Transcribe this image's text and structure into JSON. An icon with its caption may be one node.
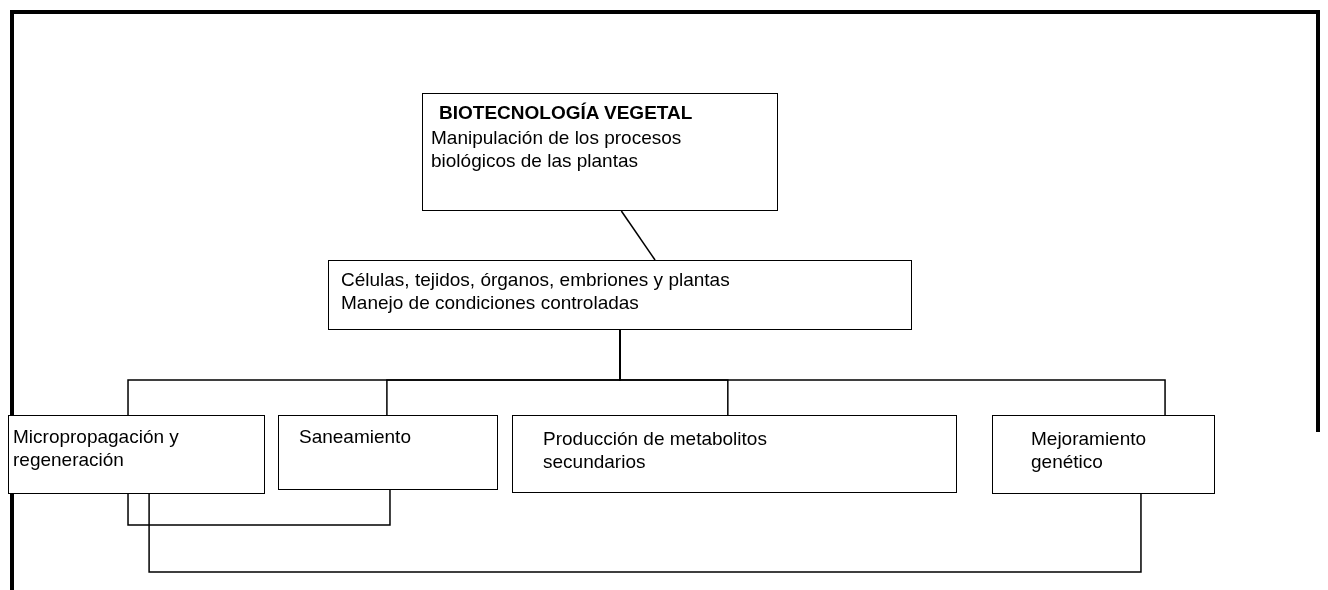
{
  "diagram": {
    "nodes": [
      {
        "text": [
          "BIOTECNOLOGÍA VEGETAL",
          "Manipulación de los procesos biológicos de las plantas"
        ]
      },
      {
        "text": [
          "Células, tejidos, órganos, embriones y plantas",
          "Manejo de condiciones controladas"
        ]
      },
      {
        "text": [
          "Micropropagación y regeneración"
        ]
      },
      {
        "text": [
          "Saneamiento"
        ]
      },
      {
        "text": [
          "Producción de metabolitos secundarios"
        ]
      },
      {
        "text": [
          "Mejoramiento genético"
        ]
      }
    ],
    "edges": [
      {
        "from": 0,
        "to": 1,
        "arrow": "none"
      },
      {
        "from": 1,
        "to": 2,
        "arrow": "none"
      },
      {
        "from": 1,
        "to": 3,
        "arrow": "none"
      },
      {
        "from": 1,
        "to": 4,
        "arrow": "none"
      },
      {
        "from": 1,
        "to": 5,
        "arrow": "none"
      },
      {
        "from": 2,
        "to": 3,
        "arrow": "none"
      },
      {
        "from": 2,
        "to": 5,
        "arrow": "none"
      }
    ]
  }
}
